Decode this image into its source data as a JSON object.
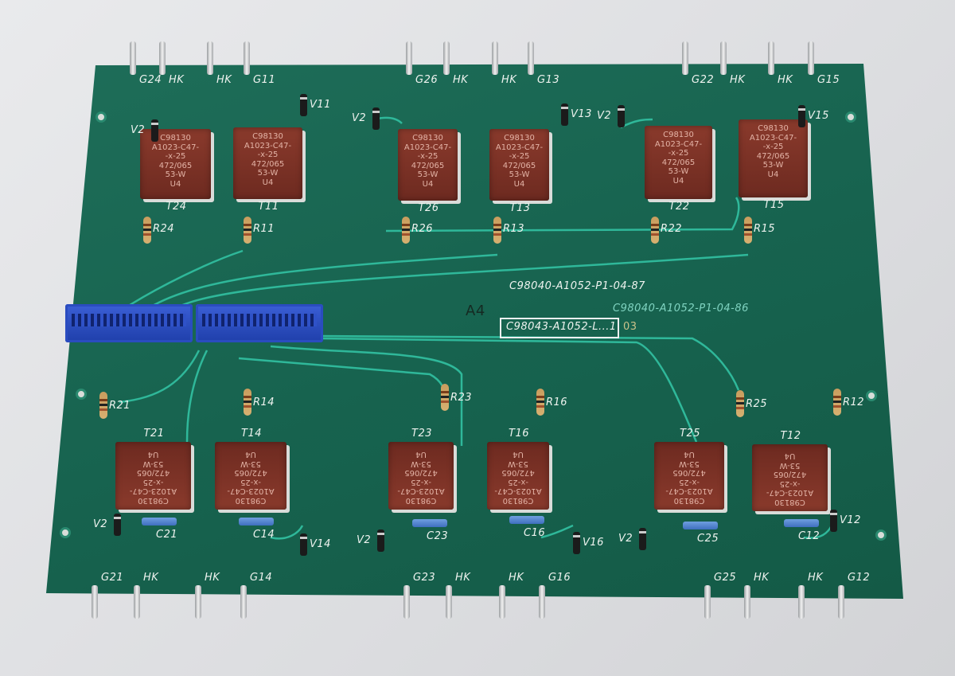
{
  "board": {
    "colors": {
      "substrate": "#17634f",
      "trace": "#2fb89a",
      "silkscreen": "#eef3ef",
      "transformer": "#7a3024",
      "connector": "#2a4cc0"
    },
    "part_numbers": {
      "top": "C98040-A1052-P1-04-87",
      "right": "C98040-A1052-P1-04-86",
      "boxed": "C98043-A1052-L...1",
      "revision": "03",
      "size": "A4"
    },
    "transformer_markings": [
      "C98130",
      "A1023-C47-",
      "-x-25",
      "472/065",
      "53-W",
      "U4"
    ],
    "transformers_top": [
      "T24",
      "T11",
      "T26",
      "T13",
      "T22",
      "T15"
    ],
    "transformers_bottom": [
      "T21",
      "T14",
      "T23",
      "T16",
      "T25",
      "T12"
    ],
    "resistors_top": [
      "R24",
      "R11",
      "R26",
      "R13",
      "R22",
      "R15"
    ],
    "resistors_bottom": [
      "R21",
      "R14",
      "R23",
      "R16",
      "R25",
      "R12"
    ],
    "diodes": [
      "V11",
      "V13",
      "V15",
      "V14",
      "V16",
      "V12",
      "V2",
      "V2",
      "V2",
      "V2",
      "V2",
      "V2"
    ],
    "capacitors": [
      "C21",
      "C14",
      "C23",
      "C16",
      "C25",
      "C12"
    ],
    "pins_top": [
      "G24",
      "HK",
      "HK",
      "G11",
      "G26",
      "HK",
      "HK",
      "G13",
      "G22",
      "HK",
      "HK",
      "G15"
    ],
    "pins_bottom": [
      "G21",
      "HK",
      "HK",
      "G14",
      "G23",
      "HK",
      "HK",
      "G16",
      "G25",
      "HK",
      "HK",
      "G12"
    ]
  }
}
